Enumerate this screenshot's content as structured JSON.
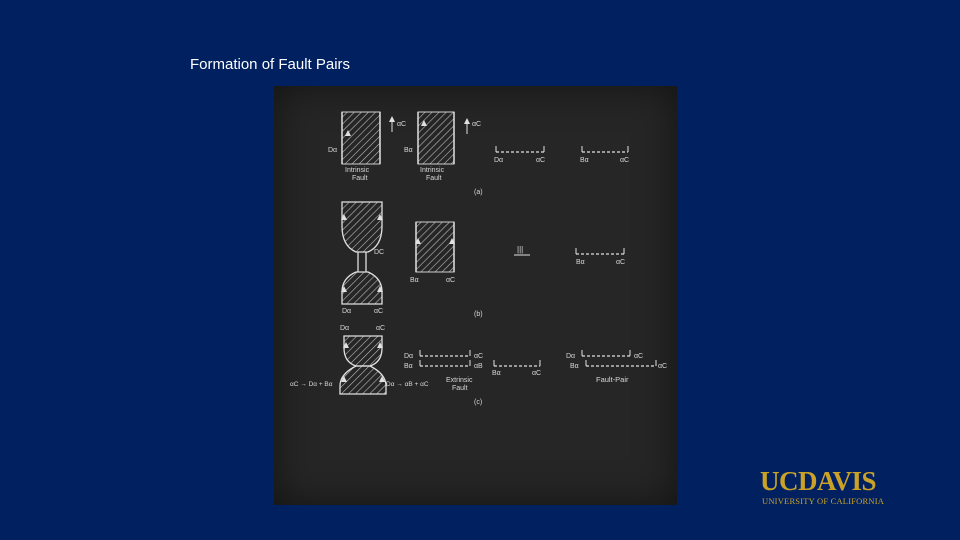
{
  "slide": {
    "title": "Formation of Fault Pairs"
  },
  "figure": {
    "panel_a": {
      "caption": "(a)",
      "left_label_top": "αC",
      "left_label_side": "Dα",
      "left_fault_label_1": "Intrinsic",
      "left_fault_label_2": "Fault",
      "right_label_top": "αC",
      "right_label_side": "Bα",
      "right_fault_label_1": "Intrinsic",
      "right_fault_label_2": "Fault",
      "seg1_left": "Dα",
      "seg1_right": "αC",
      "seg2_left": "Bα",
      "seg2_right": "αC"
    },
    "panel_b": {
      "caption": "(b)",
      "neck_label": "DC",
      "bottom_left": "Dα",
      "bottom_right": "αC",
      "mid_left": "Bα",
      "mid_right": "αC",
      "marker": "|||",
      "seg_left": "Bα",
      "seg_right": "αC"
    },
    "panel_c": {
      "caption": "(c)",
      "top_left": "Dα",
      "top_right": "αC",
      "eq_left": "αC → Dα + Bα",
      "eq_right": "Dα → αB + αC",
      "row1_left": "Dα",
      "row1_right": "αC",
      "row2_left": "Bα",
      "row2_right": "αB",
      "ext_fault_1": "Extrinsic",
      "ext_fault_2": "Fault",
      "mid_seg_left": "Bα",
      "mid_seg_right": "αC",
      "fp_row1_left": "Dα",
      "fp_row1_right": "αC",
      "fp_row2_left": "Bα",
      "fp_row2_right": "αC",
      "fault_pair": "Fault-Pair"
    }
  },
  "logo": {
    "word": "UCDAVIS",
    "subtitle": "UNIVERSITY OF CALIFORNIA"
  },
  "colors": {
    "background": "#002060",
    "figure_bg": "#262626",
    "logo_gold": "#c9a227"
  }
}
